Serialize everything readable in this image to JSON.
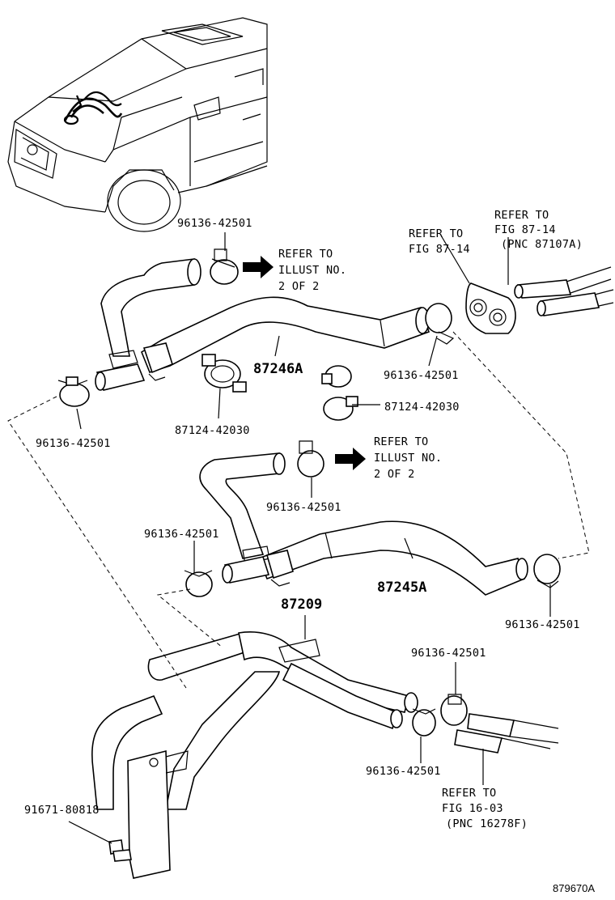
{
  "illustration_id": "879670A",
  "labels": {
    "clamp_top": "96136-42501",
    "clamp_left_upper": "96136-42501",
    "clamp_right_upper": "96136-42501",
    "clamp_mid": "96136-42501",
    "clamp_left_mid": "96136-42501",
    "clamp_right_mid": "96136-42501",
    "clamp_lower_top": "96136-42501",
    "clamp_lower_bottom": "96136-42501",
    "clip_left": "87124-42030",
    "clip_right": "87124-42030",
    "hose_upper": "87246A",
    "hose_middle": "87245A",
    "hose_lower": "87209",
    "bolt": "91671-80818"
  },
  "refs": {
    "illust_upper": [
      "REFER TO",
      "ILLUST NO.",
      "2 OF 2"
    ],
    "illust_middle": [
      "REFER TO",
      "ILLUST NO.",
      "2 OF 2"
    ],
    "fig_87_14_a": [
      "REFER TO",
      "FIG 87-14"
    ],
    "fig_87_14_b": [
      "REFER TO",
      "FIG 87-14",
      "(PNC 87107A)"
    ],
    "fig_16_03": [
      "REFER TO",
      "FIG 16-03",
      "(PNC 16278F)"
    ]
  }
}
